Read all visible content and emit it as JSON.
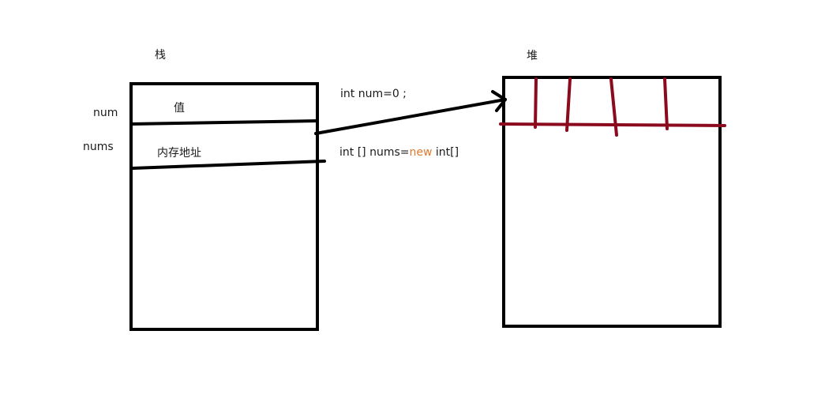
{
  "labels": {
    "stack_title": "栈",
    "heap_title": "堆",
    "var_num": "num",
    "var_nums": "nums",
    "cell_value": "值",
    "cell_address": "内存地址"
  },
  "code": {
    "line1": "int num=0  ;",
    "line2_before": "int [] nums=",
    "line2_keyword": "new",
    "line2_after": " int[]"
  },
  "colors": {
    "ink": "#000000",
    "heap_lines": "#8b0a1e",
    "keyword": "#e07a2e",
    "bracket_mark": "#c0392b"
  }
}
